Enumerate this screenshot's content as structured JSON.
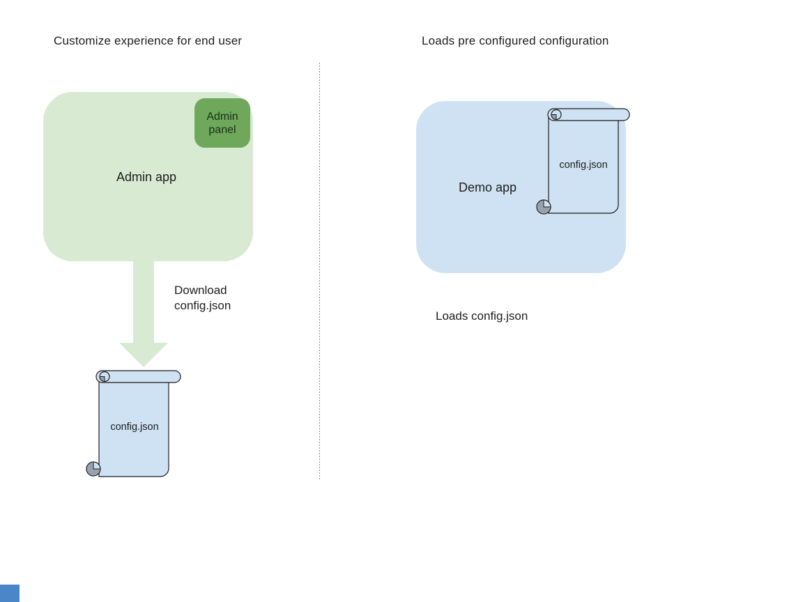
{
  "diagram": {
    "left": {
      "title": "Customize experience for end user",
      "admin_app": {
        "label": "Admin app"
      },
      "admin_panel": {
        "label": "Admin\npanel"
      },
      "download_caption": "Download\nconfig.json",
      "config_file": {
        "label": "config.json"
      }
    },
    "right": {
      "title": "Loads pre configured configuration",
      "demo_app": {
        "label": "Demo app"
      },
      "config_file": {
        "label": "config.json"
      },
      "loads_caption": "Loads config.json"
    },
    "colors": {
      "app_green": "#d9ead3",
      "panel_green": "#6fa85a",
      "doc_blue": "#cfe2f3",
      "outline_black": "#1a1a1a",
      "curl_gray": "#99a2ac",
      "divider_gray": "#8a8a8a",
      "corner_square_blue": "#4a86c8"
    }
  }
}
